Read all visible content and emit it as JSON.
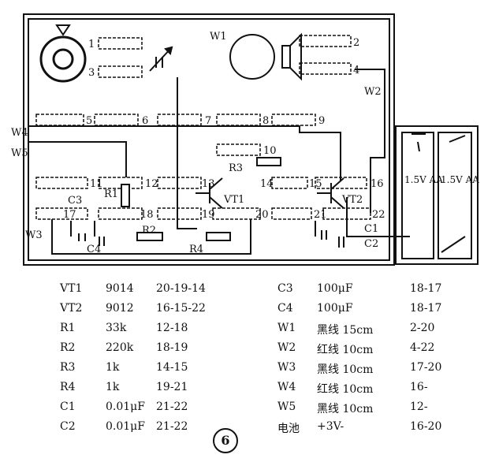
{
  "board": {
    "pads": [
      "1",
      "2",
      "3",
      "4",
      "5",
      "6",
      "7",
      "8",
      "9",
      "10",
      "11",
      "12",
      "13",
      "14",
      "15",
      "16",
      "17",
      "18",
      "19",
      "20",
      "21",
      "22"
    ],
    "labels": {
      "w1": "W1",
      "w2": "W2",
      "w3": "W3",
      "w4": "W4",
      "w5": "W5",
      "r1": "R1",
      "r2": "R2",
      "r3": "R3",
      "r4": "R4",
      "c1": "C1",
      "c2": "C2",
      "c3": "C3",
      "c4": "C4",
      "vt1": "VT1",
      "vt2": "VT2"
    },
    "battery": [
      "1.5V AA",
      "1.5V AA"
    ]
  },
  "parts_left": [
    {
      "name": "VT1",
      "value": "9014",
      "pins": "20-19-14"
    },
    {
      "name": "VT2",
      "value": "9012",
      "pins": "16-15-22"
    },
    {
      "name": "R1",
      "value": "33k",
      "pins": "12-18"
    },
    {
      "name": "R2",
      "value": "220k",
      "pins": "18-19"
    },
    {
      "name": "R3",
      "value": "1k",
      "pins": "14-15"
    },
    {
      "name": "R4",
      "value": "1k",
      "pins": "19-21"
    },
    {
      "name": "C1",
      "value": "0.01μF",
      "pins": "21-22"
    },
    {
      "name": "C2",
      "value": "0.01μF",
      "pins": "21-22"
    }
  ],
  "parts_right": [
    {
      "name": "C3",
      "value": "100μF",
      "pins": "18-17"
    },
    {
      "name": "C4",
      "value": "100μF",
      "pins": "18-17"
    },
    {
      "name": "W1",
      "value": "黑线 15cm",
      "pins": "2-20"
    },
    {
      "name": "W2",
      "value": "红线 10cm",
      "pins": "4-22"
    },
    {
      "name": "W3",
      "value": "黑线 10cm",
      "pins": "17-20"
    },
    {
      "name": "W4",
      "value": "红线 10cm",
      "pins": "16-"
    },
    {
      "name": "W5",
      "value": "黑线 10cm",
      "pins": "12-"
    },
    {
      "name": "电池",
      "value": "+3V-",
      "pins": "16-20"
    }
  ],
  "figure_number": "6"
}
